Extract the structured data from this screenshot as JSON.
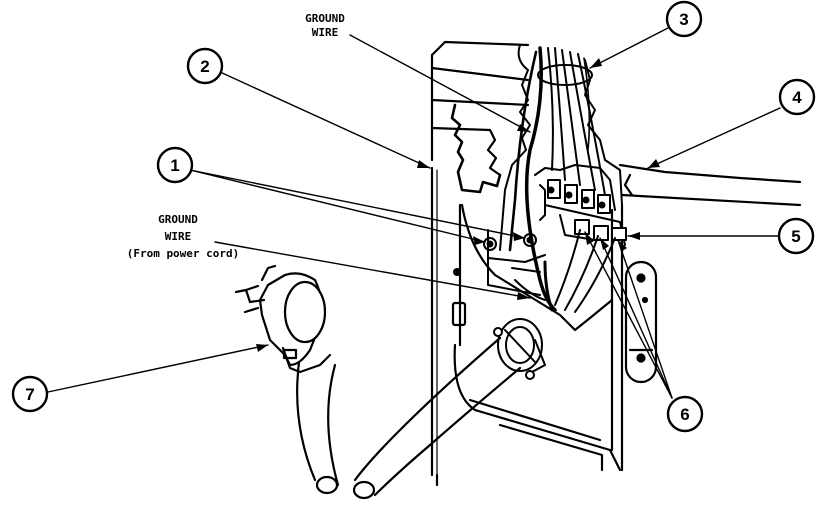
{
  "labels": {
    "ground_wire_top": [
      "GROUND",
      "WIRE"
    ],
    "ground_wire_left": [
      "GROUND",
      "WIRE",
      "(From power cord)"
    ]
  },
  "callouts": [
    "1",
    "2",
    "3",
    "4",
    "5",
    "6",
    "7"
  ]
}
